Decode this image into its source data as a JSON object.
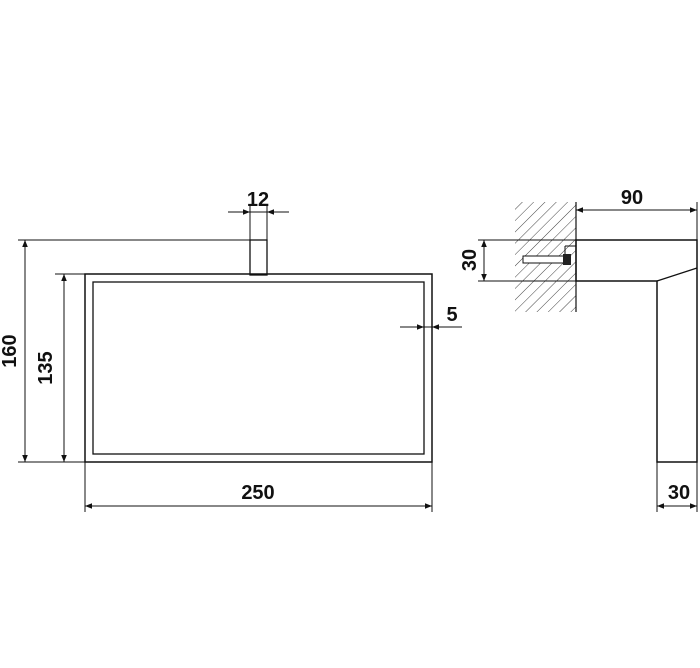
{
  "dimensions": {
    "width_top_mount": "12",
    "total_height": "160",
    "inner_height": "135",
    "frame_thickness": "5",
    "total_width": "250",
    "projection": "90",
    "mount_height": "30",
    "bar_depth": "30"
  }
}
